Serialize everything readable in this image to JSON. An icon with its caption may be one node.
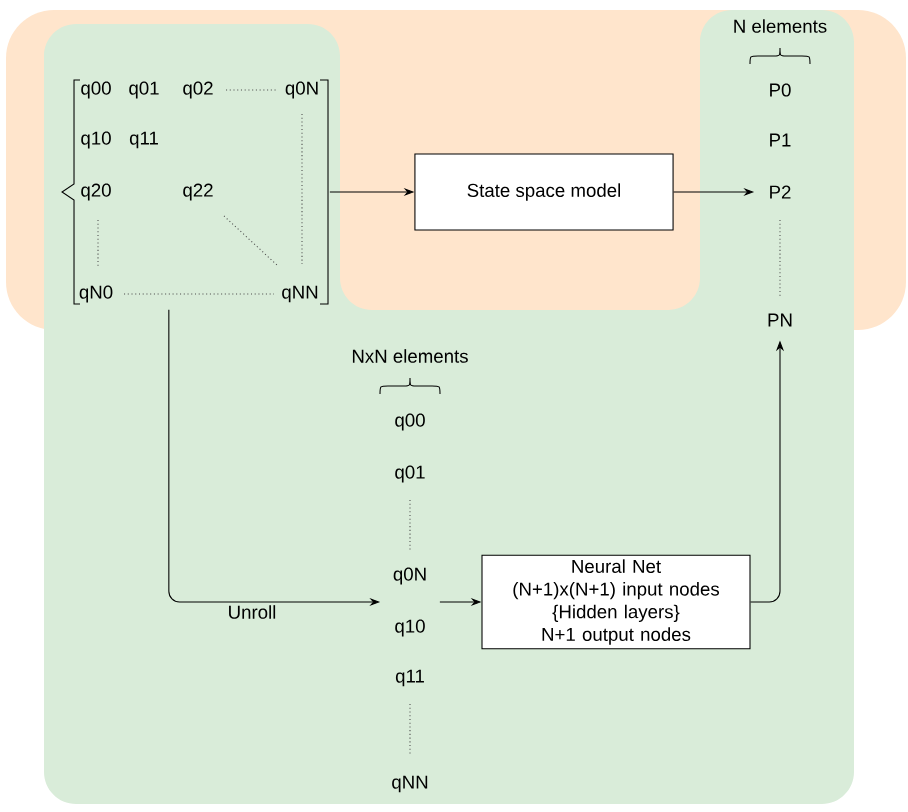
{
  "diagram": {
    "nodes": [
      {
        "text": [
          "q00",
          "q01",
          "q02",
          "q0N",
          "q10",
          "q11",
          "q20",
          "q22",
          "qN0",
          "qNN"
        ]
      },
      {
        "text": [
          "State space model"
        ]
      },
      {
        "text": [
          "P0",
          "P1",
          "P2",
          "PN"
        ],
        "beside": [
          "N elements"
        ]
      },
      {
        "text": [
          "q00",
          "q01",
          "q0N",
          "q10",
          "q11",
          "qNN"
        ],
        "beside": [
          "NxN elements"
        ]
      },
      {
        "text": [
          "Neural Net",
          "(N+1)x(N+1) input nodes",
          "{Hidden layers}",
          "N+1 output nodes"
        ]
      }
    ],
    "edges": [
      {
        "from": 0,
        "to": 1,
        "arrow": "to"
      },
      {
        "from": 1,
        "to": 2,
        "arrow": "to"
      },
      {
        "from": 0,
        "to": 3,
        "arrow": "to",
        "label": "Unroll"
      },
      {
        "from": 3,
        "to": 4,
        "arrow": "to"
      },
      {
        "from": 4,
        "to": 2,
        "arrow": "to"
      }
    ]
  }
}
